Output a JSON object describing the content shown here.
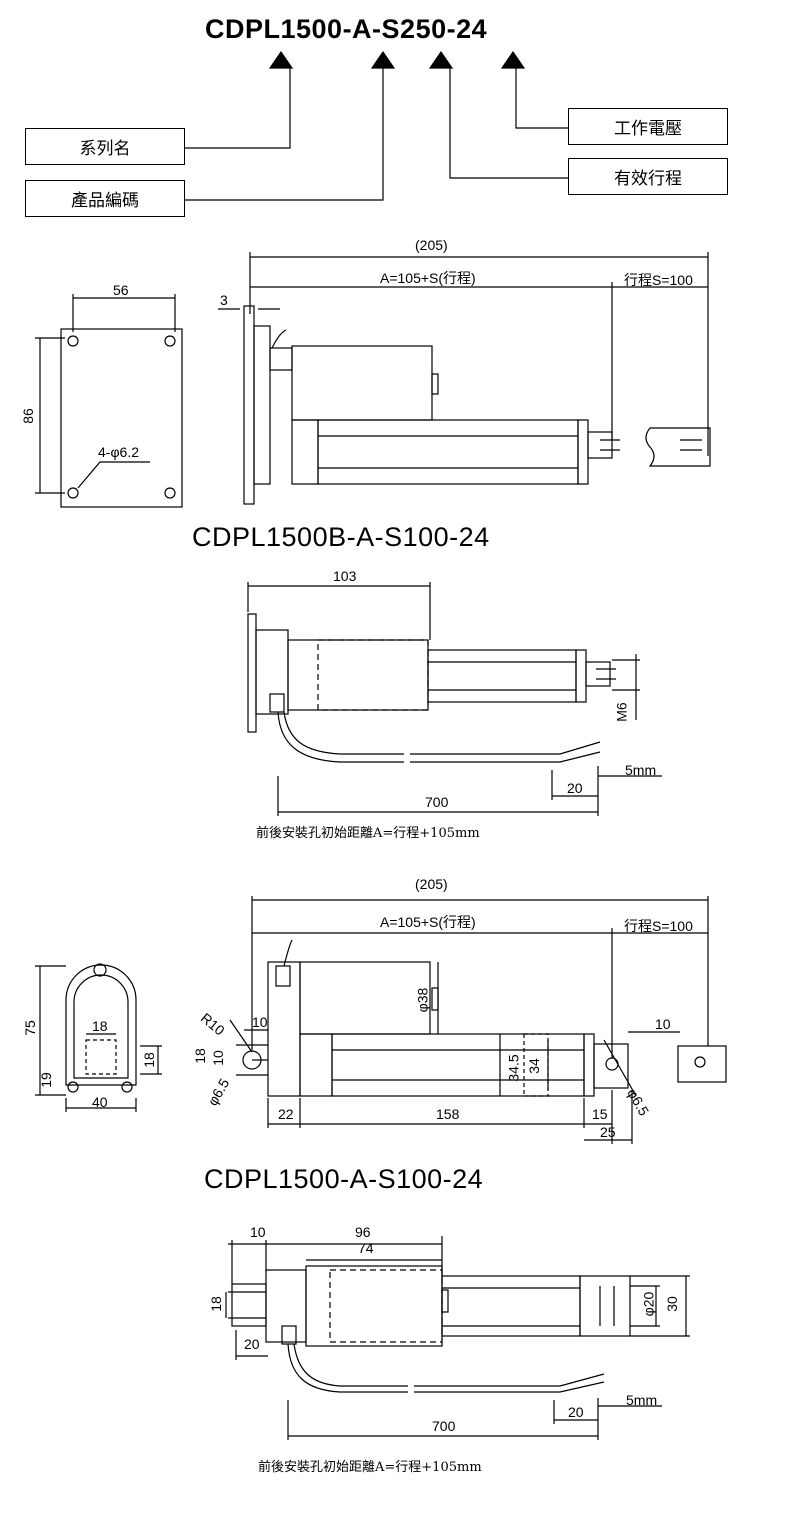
{
  "header": {
    "model_code": "CDPL1500-A-S250-24",
    "labels": {
      "series_name": "系列名",
      "product_code": "產品編碼",
      "working_voltage": "工作電壓",
      "effective_stroke": "有效行程"
    }
  },
  "drawing1": {
    "plate_width": "56",
    "plate_height": "86",
    "plate_holes": "4-φ6.2",
    "flange_thickness": "3",
    "overall": "(205)",
    "formula": "A=105+S(行程)",
    "stroke": "行程S=100"
  },
  "drawing2": {
    "title": "CDPL1500B-A-S100-24",
    "body_length": "103",
    "thread": "M6",
    "cable_length": "700",
    "strip_length": "20",
    "wire_strip": "5mm",
    "note": "前後安裝孔初始距離A=行程+105mm"
  },
  "drawing3": {
    "bracket_height": "75",
    "bracket_width": "40",
    "bracket_inner": "18",
    "bracket_side": "18",
    "bracket_bottom": "19",
    "overall": "(205)",
    "formula": "A=105+S(行程)",
    "stroke": "行程S=100",
    "motor_dia": "φ38",
    "radius": "R10",
    "rear_offset": "10",
    "hole_dia_rear": "φ6.5",
    "dim_18": "18",
    "dim_10": "10",
    "dim_22": "22",
    "dim_158": "158",
    "dim_15": "15",
    "dim_25": "25",
    "dim_345": "34.5",
    "dim_34": "34",
    "front_offset": "10",
    "hole_dia_front": "φ6.5"
  },
  "drawing4": {
    "title": "CDPL1500-A-S100-24",
    "dim_10": "10",
    "dim_96": "96",
    "dim_74": "74",
    "dim_18": "18",
    "dim_20": "20",
    "rod_dia": "φ20",
    "tube_dia": "30",
    "cable_length": "700",
    "strip_length": "20",
    "wire_strip": "5mm",
    "note": "前後安裝孔初始距離A=行程+105mm"
  }
}
